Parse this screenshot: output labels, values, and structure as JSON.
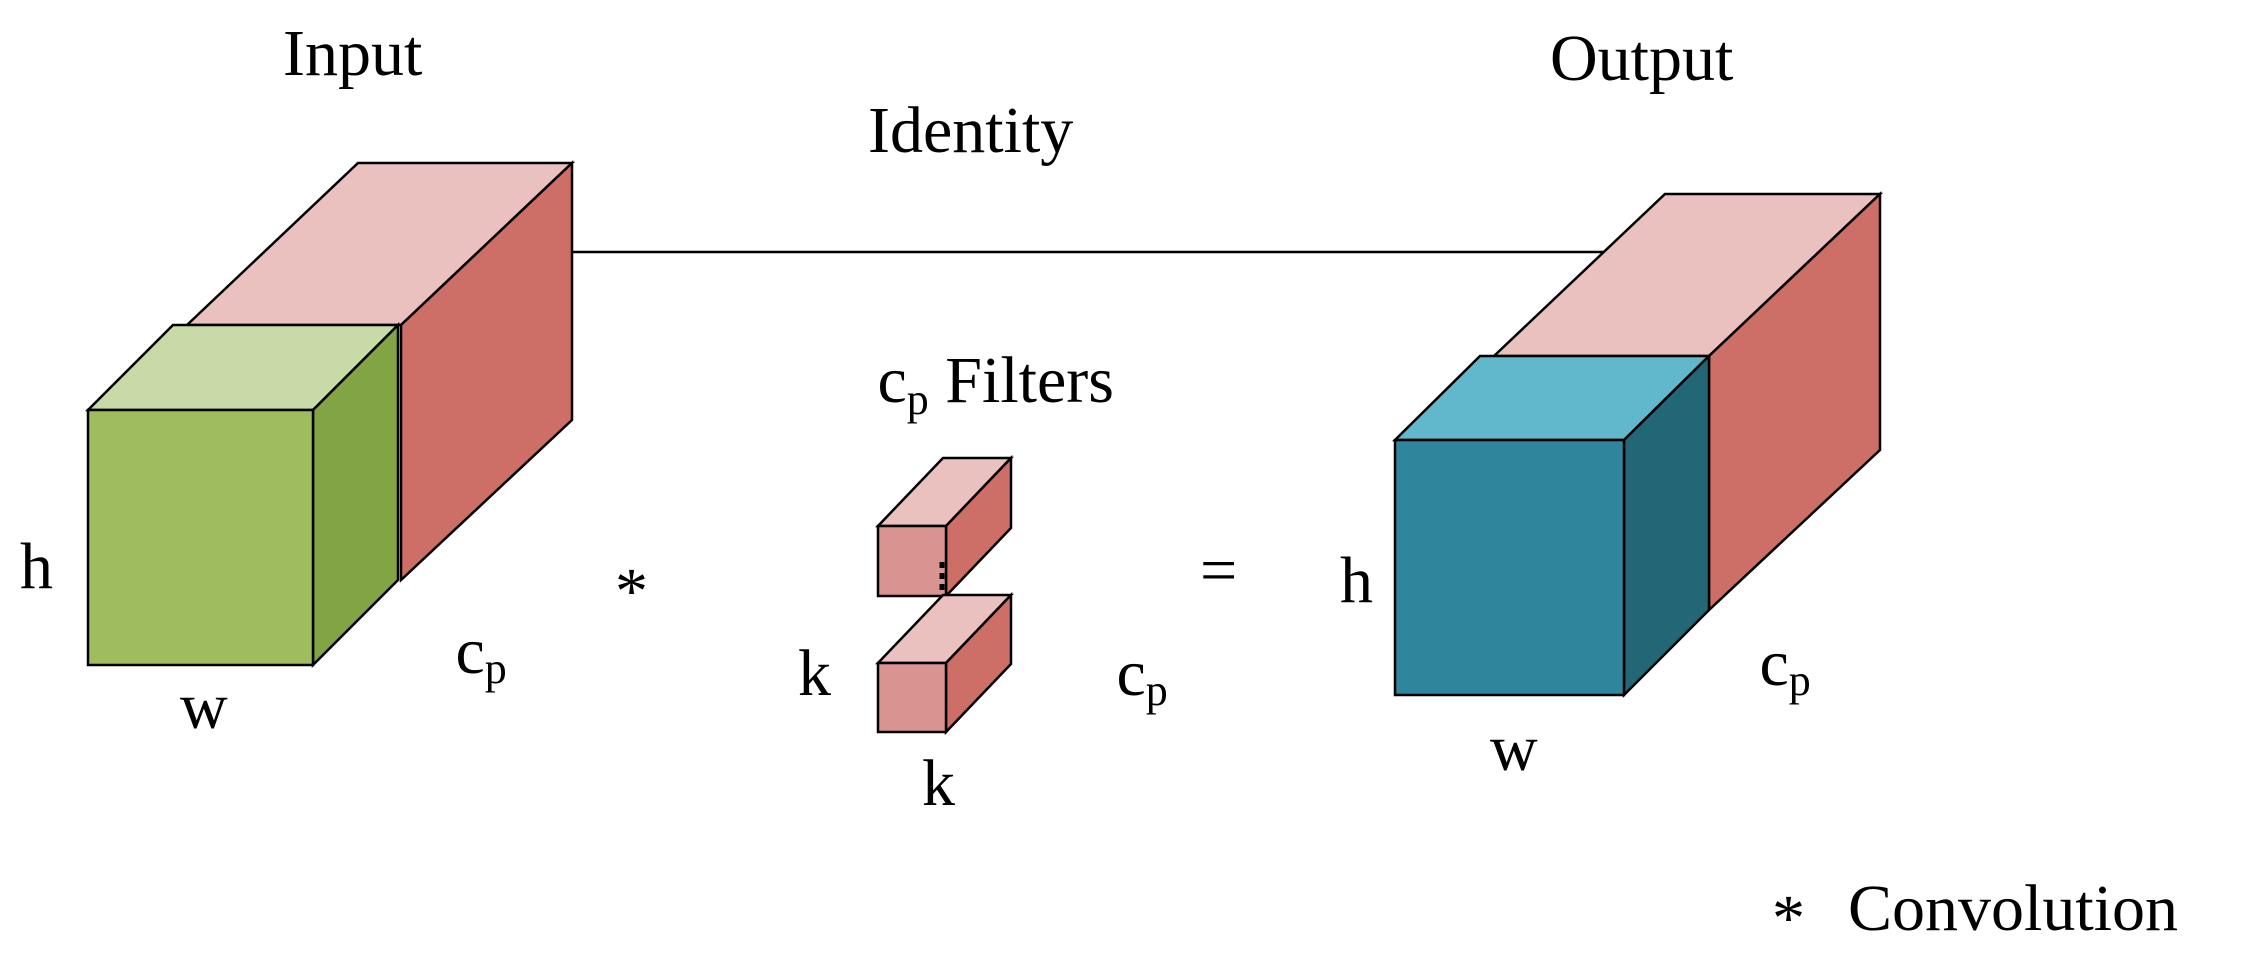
{
  "labels": {
    "input_title": "Input",
    "output_title": "Output",
    "identity": "Identity",
    "filters_prefix": "c",
    "filters_sub": "p",
    "filters_suffix": " Filters",
    "input_h": "h",
    "input_w": "w",
    "input_c": "c",
    "input_c_sub": "p",
    "conv_op": "*",
    "filter_k_left": "k",
    "filter_k_bottom": "k",
    "filter_c": "c",
    "filter_c_sub": "p",
    "equals": "=",
    "output_h": "h",
    "output_w": "w",
    "output_c": "c",
    "output_c_sub": "p",
    "legend_symbol": "*",
    "legend_text": "Convolution"
  },
  "colors": {
    "pink_top": "#EBC1BF",
    "red_side": "#CD6E67",
    "pink_front": "#D99492",
    "green_front": "#9FBD5F",
    "green_top": "#C8DAA8",
    "green_side": "#82A444",
    "teal_front": "#2F859B",
    "teal_top": "#61B7CB",
    "teal_side": "#236676"
  }
}
